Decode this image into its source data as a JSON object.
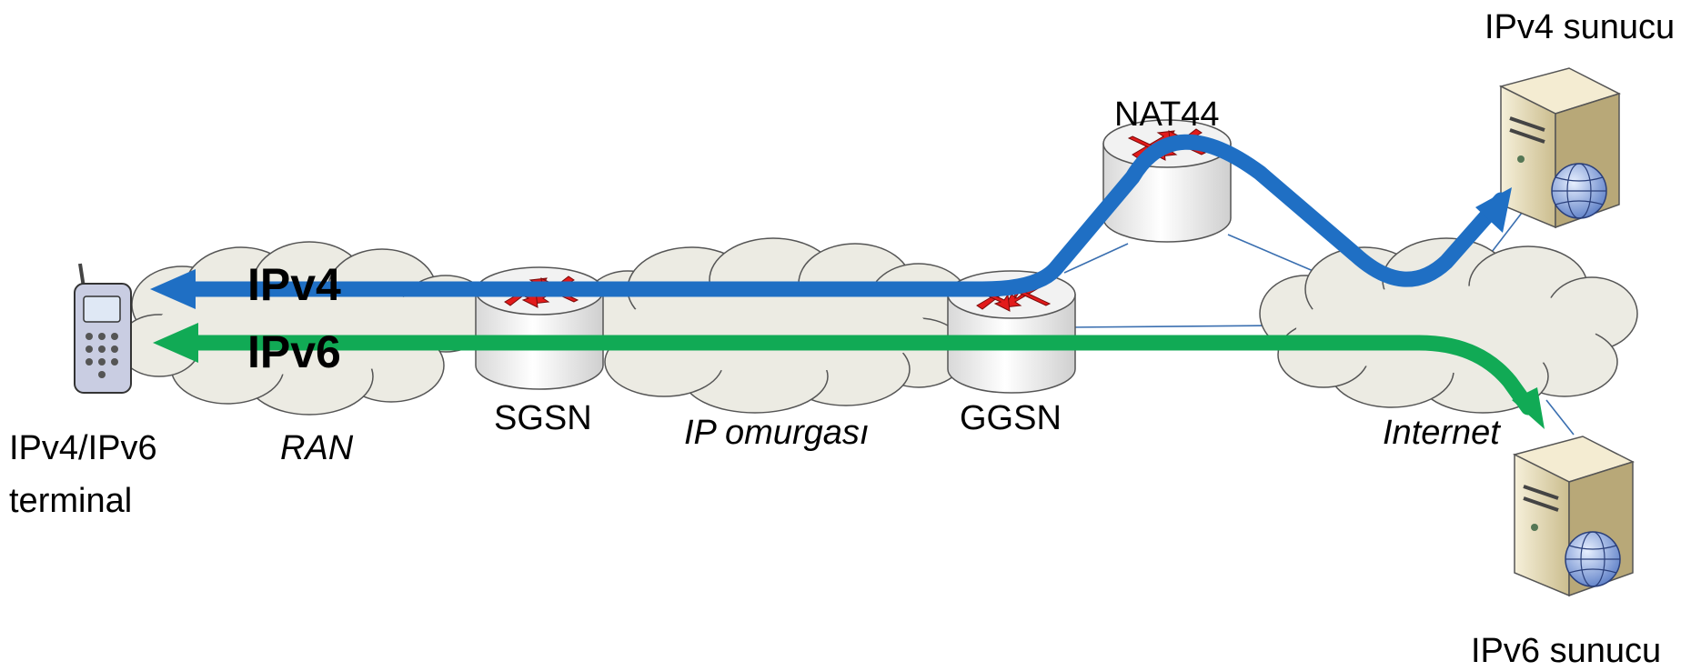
{
  "nodes": {
    "terminal": {
      "label_line1": "IPv4/IPv6",
      "label_line2": "terminal"
    },
    "ran": {
      "label": "RAN"
    },
    "sgsn": {
      "label": "SGSN"
    },
    "backbone": {
      "label": "IP omurgası"
    },
    "ggsn": {
      "label": "GGSN"
    },
    "nat": {
      "label": "NAT44"
    },
    "internet": {
      "label": "Internet"
    },
    "ipv4_server": {
      "label": "IPv4 sunucu"
    },
    "ipv6_server": {
      "label": "IPv6 sunucu"
    }
  },
  "flows": {
    "ipv4": {
      "label": "IPv4",
      "color": "#1f6fc4"
    },
    "ipv6": {
      "label": "IPv6",
      "color": "#11aa55"
    }
  },
  "colors": {
    "cloud_fill": "#ecebe3",
    "router_fill": "#f2f2f2",
    "router_arrow": "#e21b1b",
    "link": "#3a6fb0",
    "server_body": "#e9dfbf"
  }
}
